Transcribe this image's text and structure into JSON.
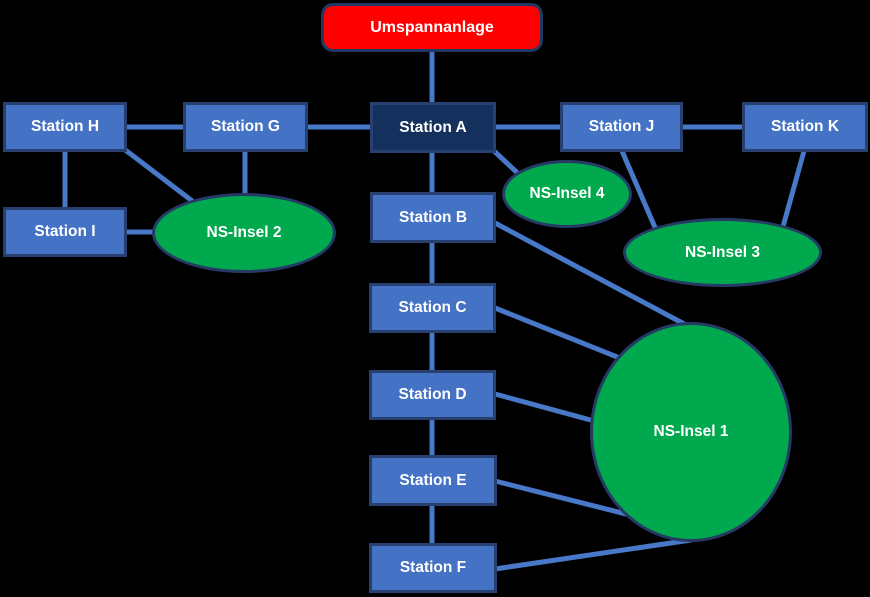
{
  "diagram": {
    "background_color": "#000000",
    "palette": {
      "station_fill": "#4472C4",
      "station_a_fill": "#14315E",
      "substation_fill": "#FF0000",
      "island_fill": "#00A84E",
      "shape_border": "#27406F",
      "connector_color": "#4878C8",
      "label_color": "#FFFFFF"
    },
    "nodes": [
      {
        "id": "umspannanlage",
        "label": "Umspannanlage",
        "type": "substation"
      },
      {
        "id": "station-h",
        "label": "Station H",
        "type": "station"
      },
      {
        "id": "station-g",
        "label": "Station G",
        "type": "station"
      },
      {
        "id": "station-a",
        "label": "Station A",
        "type": "station-highlighted"
      },
      {
        "id": "station-j",
        "label": "Station J",
        "type": "station"
      },
      {
        "id": "station-k",
        "label": "Station K",
        "type": "station"
      },
      {
        "id": "station-i",
        "label": "Station I",
        "type": "station"
      },
      {
        "id": "ns-insel-2",
        "label": "NS-Insel 2",
        "type": "island"
      },
      {
        "id": "station-b",
        "label": "Station B",
        "type": "station"
      },
      {
        "id": "ns-insel-4",
        "label": "NS-Insel 4",
        "type": "island"
      },
      {
        "id": "ns-insel-3",
        "label": "NS-Insel 3",
        "type": "island"
      },
      {
        "id": "station-c",
        "label": "Station C",
        "type": "station"
      },
      {
        "id": "station-d",
        "label": "Station D",
        "type": "station"
      },
      {
        "id": "station-e",
        "label": "Station E",
        "type": "station"
      },
      {
        "id": "station-f",
        "label": "Station F",
        "type": "station"
      },
      {
        "id": "ns-insel-1",
        "label": "NS-Insel 1",
        "type": "island"
      }
    ],
    "connections": [
      {
        "from": "Umspannanlage",
        "to": "Station A"
      },
      {
        "from": "Station H",
        "to": "Station G"
      },
      {
        "from": "Station G",
        "to": "Station A"
      },
      {
        "from": "Station A",
        "to": "Station J"
      },
      {
        "from": "Station J",
        "to": "Station K"
      },
      {
        "from": "Station H",
        "to": "Station I"
      },
      {
        "from": "Station H",
        "to": "NS-Insel 2"
      },
      {
        "from": "Station G",
        "to": "NS-Insel 2"
      },
      {
        "from": "Station I",
        "to": "NS-Insel 2"
      },
      {
        "from": "Station A",
        "to": "Station B"
      },
      {
        "from": "Station A",
        "to": "NS-Insel 4"
      },
      {
        "from": "Station J",
        "to": "NS-Insel 3"
      },
      {
        "from": "Station K",
        "to": "NS-Insel 3"
      },
      {
        "from": "Station B",
        "to": "Station C"
      },
      {
        "from": "Station C",
        "to": "Station D"
      },
      {
        "from": "Station D",
        "to": "Station E"
      },
      {
        "from": "Station E",
        "to": "Station F"
      },
      {
        "from": "Station B",
        "to": "NS-Insel 1"
      },
      {
        "from": "Station C",
        "to": "NS-Insel 1"
      },
      {
        "from": "Station D",
        "to": "NS-Insel 1"
      },
      {
        "from": "Station E",
        "to": "NS-Insel 1"
      },
      {
        "from": "Station F",
        "to": "NS-Insel 1"
      }
    ]
  }
}
